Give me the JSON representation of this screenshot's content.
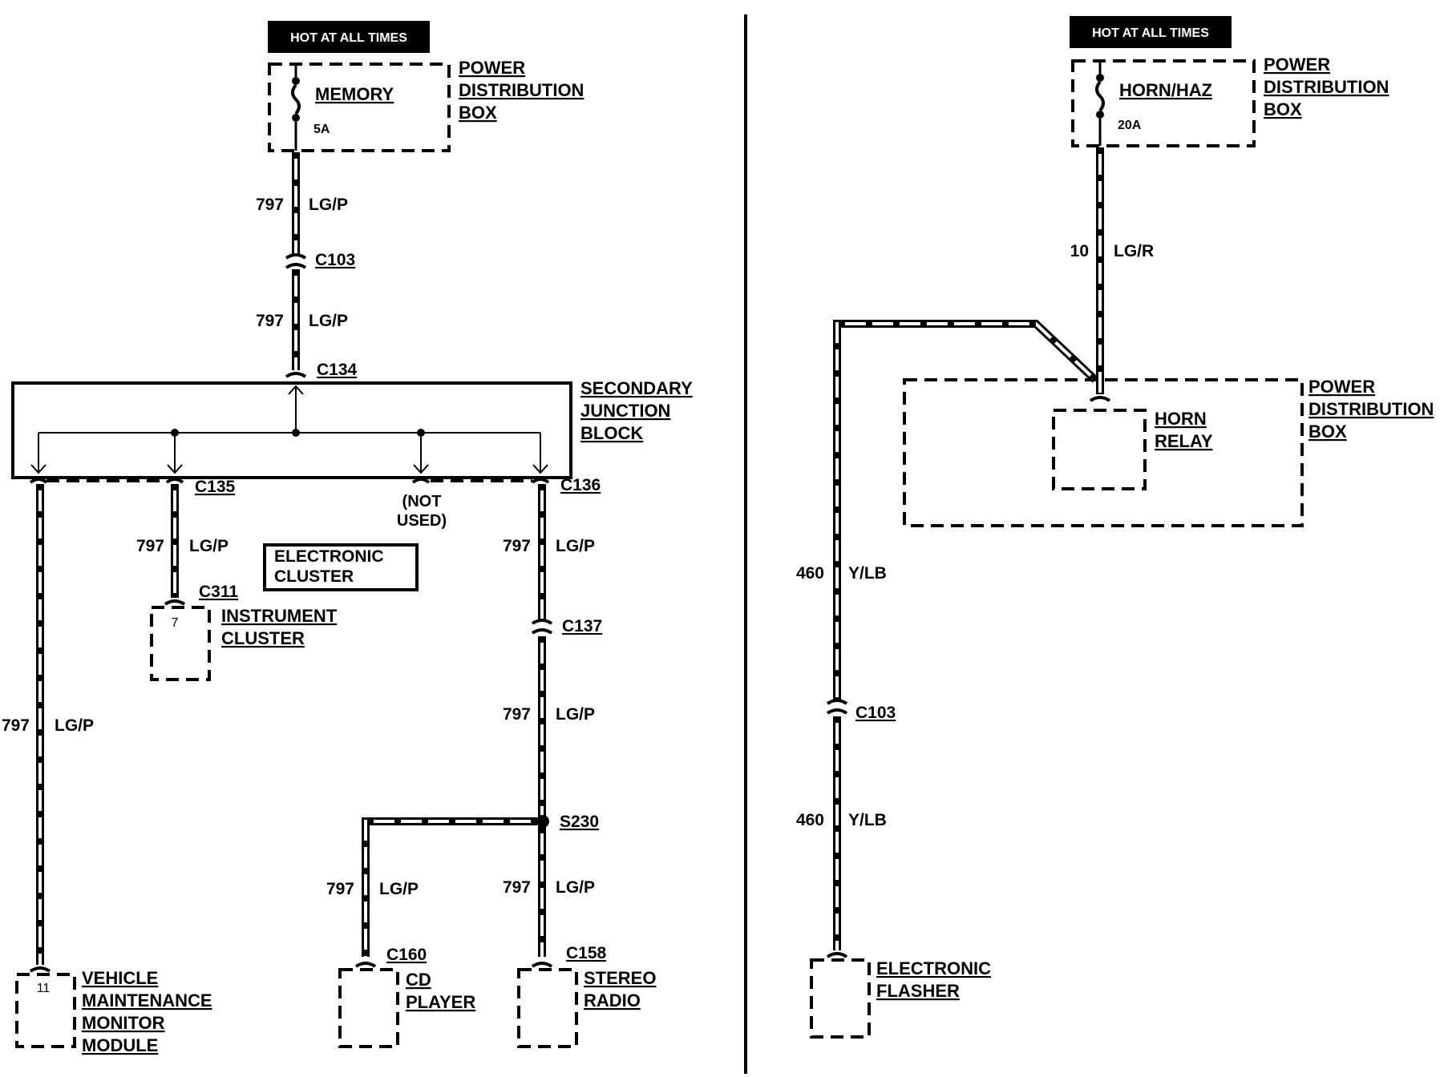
{
  "left": {
    "hot_label": "HOT AT ALL TIMES",
    "fuse_name": "MEMORY",
    "fuse_rating": "5A",
    "pdb_lines": [
      "POWER",
      "DISTRIBUTION",
      "BOX"
    ],
    "wire_top_1": {
      "circuit": "797",
      "color": "LG/P"
    },
    "c103": "C103",
    "wire_top_2": {
      "circuit": "797",
      "color": "LG/P"
    },
    "c134": "C134",
    "sjb_lines": [
      "SECONDARY",
      "JUNCTION",
      "BLOCK"
    ],
    "c135": "C135",
    "not_used": [
      "(NOT",
      "USED)"
    ],
    "c136": "C136",
    "wire_ic": {
      "circuit": "797",
      "color": "LG/P"
    },
    "c311": "C311",
    "ic_pin": "7",
    "ic_lines": [
      "INSTRUMENT",
      "CLUSTER"
    ],
    "ecluster_lines": [
      "ELECTRONIC",
      "CLUSTER"
    ],
    "wire_vmm": {
      "circuit": "797",
      "color": "LG/P"
    },
    "vmm_pin": "11",
    "vmm_lines": [
      "VEHICLE",
      "MAINTENANCE",
      "MONITOR",
      "MODULE"
    ],
    "wire_r1": {
      "circuit": "797",
      "color": "LG/P"
    },
    "c137": "C137",
    "wire_r2": {
      "circuit": "797",
      "color": "LG/P"
    },
    "s230": "S230",
    "wire_cd": {
      "circuit": "797",
      "color": "LG/P"
    },
    "wire_radio": {
      "circuit": "797",
      "color": "LG/P"
    },
    "c160": "C160",
    "cd_lines": [
      "CD",
      "PLAYER"
    ],
    "c158": "C158",
    "radio_lines": [
      "STEREO",
      "RADIO"
    ]
  },
  "right": {
    "hot_label": "HOT AT ALL TIMES",
    "fuse_name": "HORN/HAZ",
    "fuse_rating": "20A",
    "pdb_lines": [
      "POWER",
      "DISTRIBUTION",
      "BOX"
    ],
    "wire_10": {
      "circuit": "10",
      "color": "LG/R"
    },
    "pdb2_lines": [
      "POWER",
      "DISTRIBUTION",
      "BOX"
    ],
    "relay_lines": [
      "HORN",
      "RELAY"
    ],
    "wire_460_a": {
      "circuit": "460",
      "color": "Y/LB"
    },
    "c103": "C103",
    "wire_460_b": {
      "circuit": "460",
      "color": "Y/LB"
    },
    "flasher_lines": [
      "ELECTRONIC",
      "FLASHER"
    ]
  }
}
